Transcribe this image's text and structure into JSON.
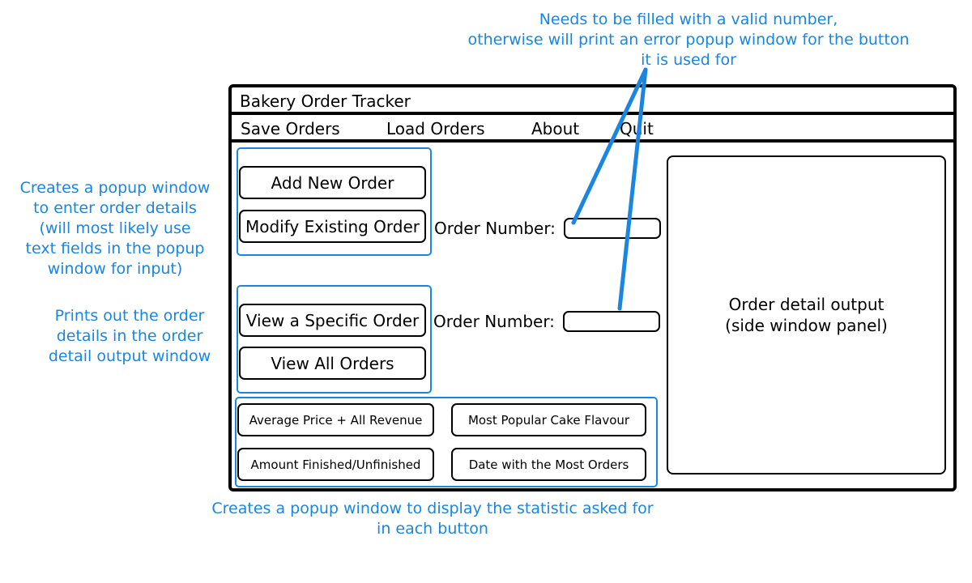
{
  "annotations": {
    "top": [
      "Needs to be filled with a valid number,",
      "otherwise will print an error popup window for the button",
      "it is used for"
    ],
    "add_modify": [
      "Creates a popup window",
      "to enter order details",
      "(will most likely use",
      "text fields in the popup",
      "window for input)"
    ],
    "view": [
      "Prints out the order",
      "details in the order",
      "detail output window"
    ],
    "stats": [
      "Creates a popup window to display the statistic asked for",
      "in each button"
    ],
    "color": "#1a86e0"
  },
  "window": {
    "title": "Bakery Order Tracker",
    "menu": [
      "Save Orders",
      "Load Orders",
      "About",
      "Quit"
    ]
  },
  "orders_group": {
    "add_button": "Add New Order",
    "modify_button": "Modify Existing Order",
    "order_number_label": "Order Number:",
    "order_number_value": ""
  },
  "view_group": {
    "view_specific_button": "View a Specific Order",
    "view_all_button": "View All Orders",
    "order_number_label": "Order Number:",
    "order_number_value": ""
  },
  "stats_group": {
    "average_price_button": "Average Price + All Revenue",
    "popular_flavour_button": "Most Popular Cake Flavour",
    "finished_button": "Amount Finished/Unfinished",
    "most_orders_date_button": "Date with the Most Orders"
  },
  "output_panel": {
    "line1": "Order detail output",
    "line2": "(side window panel)"
  }
}
